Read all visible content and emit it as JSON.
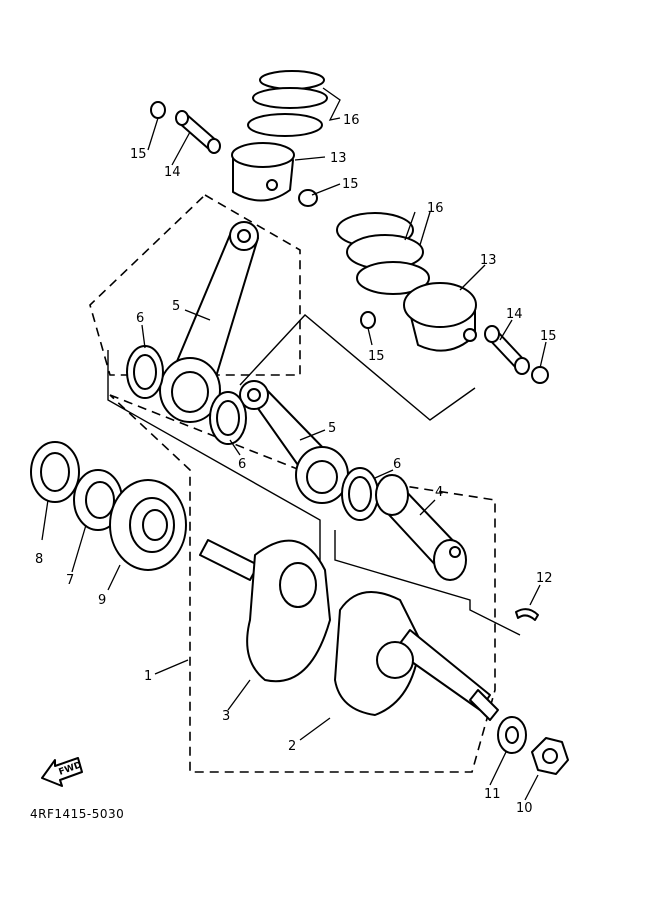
{
  "diagram": {
    "part_code": "4RF1415-5030",
    "fwd_label": "FWD",
    "callouts": {
      "c1": "1",
      "c2": "2",
      "c3": "3",
      "c4": "4",
      "c5a": "5",
      "c5b": "5",
      "c6a": "6",
      "c6b": "6",
      "c6c": "6",
      "c7": "7",
      "c8": "8",
      "c9": "9",
      "c10": "10",
      "c11": "11",
      "c12": "12",
      "c13a": "13",
      "c13b": "13",
      "c14a": "14",
      "c14b": "14",
      "c15a": "15",
      "c15b": "15",
      "c15c": "15",
      "c15d": "15",
      "c16a": "16",
      "c16b": "16"
    }
  }
}
